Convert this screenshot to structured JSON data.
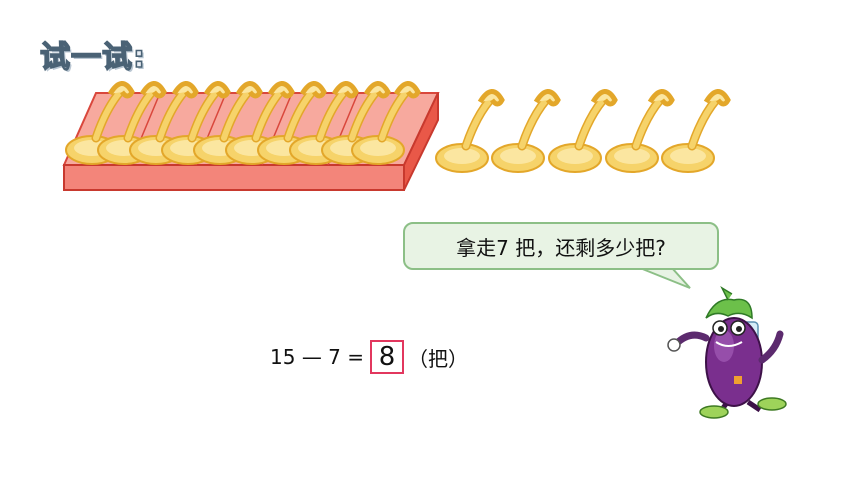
{
  "title": "试一试:",
  "bubble": {
    "text": "拿走7 把，还剩多少把?"
  },
  "equation": {
    "minuend": "15",
    "operator": "—",
    "subtrahend": "7",
    "equals": "=",
    "answer": "8",
    "unit": "（把）"
  },
  "illustration": {
    "tray_color": "#f06b5e",
    "spoon_color": "#f5c84a",
    "spoons_in_tray": 10,
    "spoons_loose": 5,
    "mascot": "eggplant-mascot"
  }
}
